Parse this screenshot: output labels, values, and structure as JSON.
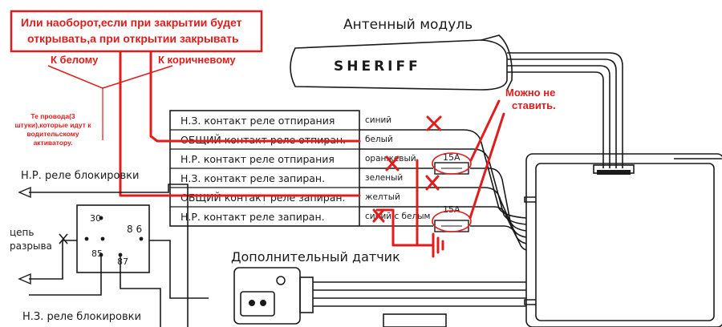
{
  "callout_top": {
    "line1": "Или наоборот,если при закрытии будет",
    "line2": "открывать,а при открытии закрывать"
  },
  "label_white": "К белому",
  "label_brown": "К коричневому",
  "note_wires": {
    "line1": "Те провода(3",
    "line2": "штуки),которые идут к",
    "line3": "водительскому",
    "line4": "активатору."
  },
  "antenna_module": "Антенный модуль",
  "brand": "SHERIFF",
  "note_optional": {
    "line1": "Можно не",
    "line2": "ставить."
  },
  "relay_rows": [
    {
      "label": "Н.З. контакт реле отпирания",
      "wire": "синий"
    },
    {
      "label": "ОБЩИЙ контакт реле отпиран.",
      "wire": "белый"
    },
    {
      "label": "Н.Р. контакт реле отпирания",
      "wire": "оранжевый"
    },
    {
      "label": "Н.З. контакт реле запиран.",
      "wire": "зеленый"
    },
    {
      "label": "ОБЩИЙ контакт реле запиран.",
      "wire": "желтый"
    },
    {
      "label": "Н.Р. контакт реле запиран.",
      "wire": "синий с белым"
    }
  ],
  "fuse_top": "15A",
  "fuse_bottom": "15A",
  "nr_block_relay": "Н.Р. реле блокировки",
  "break_circuit": {
    "line1": "цепь",
    "line2": "разрыва"
  },
  "nz_block_relay": "Н.З. реле блокировки",
  "relay_pins": {
    "p30": "30",
    "p86": "8 6",
    "p85": "85",
    "p87": "87"
  },
  "extra_sensor": "Дополнительный датчик",
  "colors": {
    "annotation_red": "#e01c1c",
    "ink": "#1a1a1a"
  }
}
